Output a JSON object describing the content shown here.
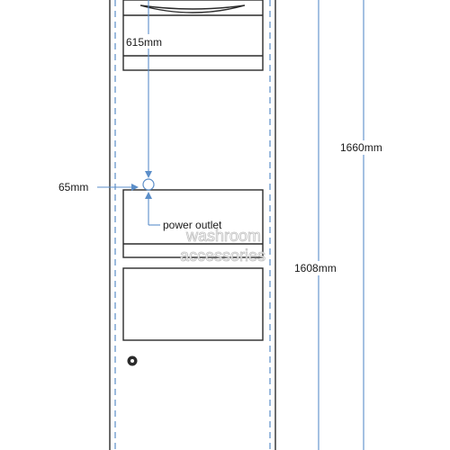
{
  "dimensions": {
    "top_offset": "615mm",
    "side_offset": "65mm",
    "outlet_label": "power outlet",
    "total_height": "1660mm",
    "mount_height": "1608mm"
  },
  "watermark": {
    "line1": "washroom",
    "line2": "accessories"
  },
  "colors": {
    "outline": "#2b2b2b",
    "dimension": "#5b8ec9",
    "background": "#ffffff"
  }
}
